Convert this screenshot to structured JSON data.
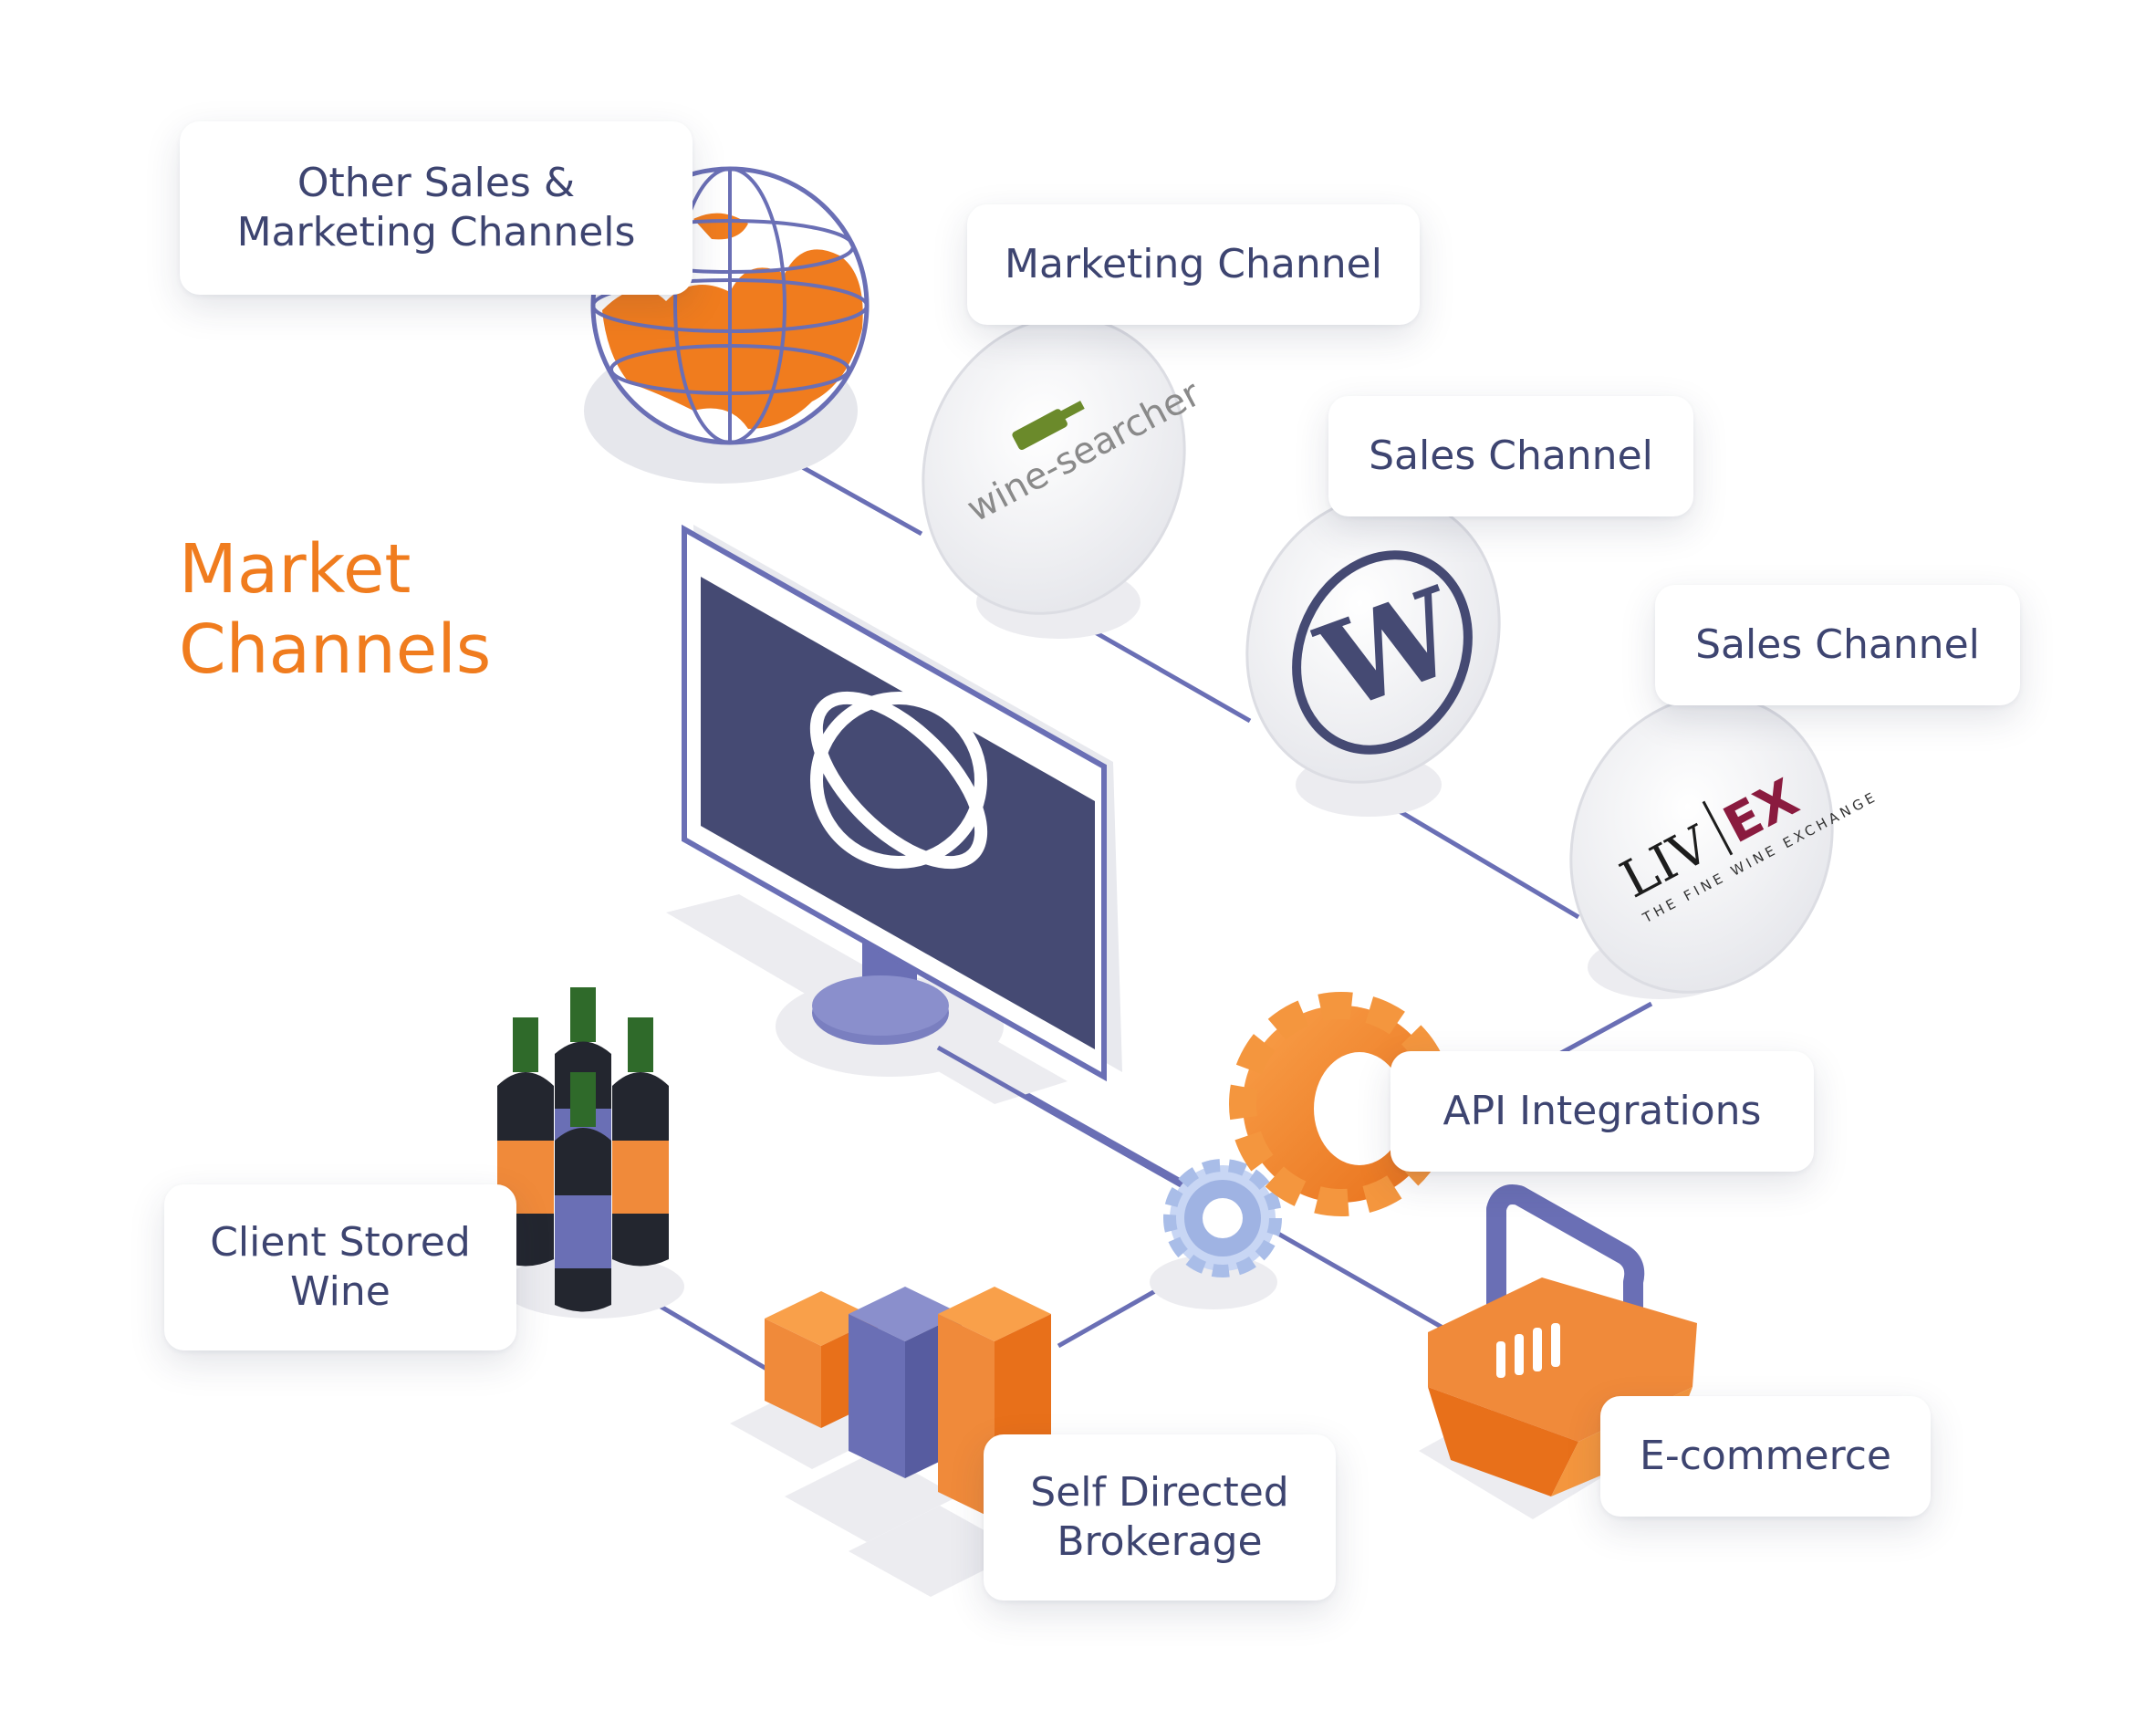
{
  "title": "Market\nChannels",
  "nodes": {
    "other_channels": "Other Sales &\nMarketing Channels",
    "marketing_channel": "Marketing Channel",
    "sales_channel_1": "Sales Channel",
    "sales_channel_2": "Sales Channel",
    "api_integrations": "API Integrations",
    "client_stored_wine": "Client Stored\nWine",
    "self_directed_brokerage": "Self Directed\nBrokerage",
    "ecommerce": "E-commerce"
  },
  "logos": {
    "wine_searcher": "wine-searcher",
    "wordpress": "W",
    "livex_liv": "LIV",
    "livex_ex": "EX",
    "livex_tagline": "THE FINE WINE EXCHANGE"
  },
  "colors": {
    "orange": "#f07c1e",
    "navy": "#454a73",
    "purple": "#6a6fb5",
    "line": "#6a6fb5",
    "label_text": "#3d4470"
  }
}
